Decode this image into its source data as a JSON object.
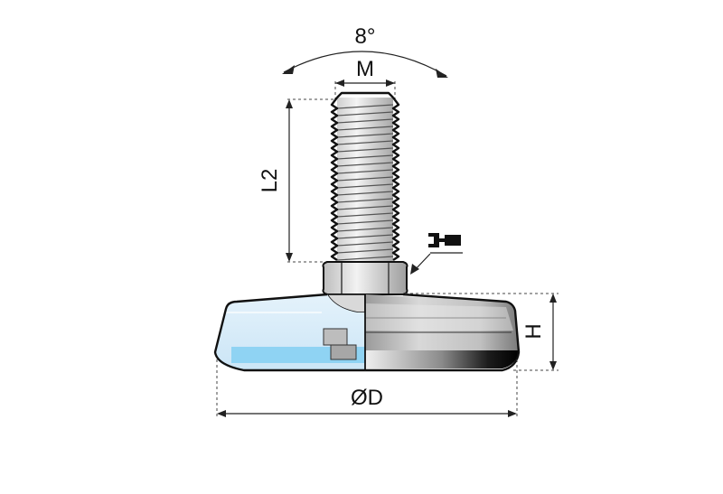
{
  "labels": {
    "angle": "8°",
    "thread": "M",
    "length": "L2",
    "height": "H",
    "diameter": "ØD"
  },
  "colors": {
    "base_blue": "#cfe6f7",
    "base_blue_dark": "#8fd3f3",
    "steel_light": "#e9e9e9",
    "steel_mid": "#bdbdbd",
    "steel_dark": "#555555",
    "outline": "#111111"
  },
  "icons": {
    "wrench": "wrench-icon"
  }
}
